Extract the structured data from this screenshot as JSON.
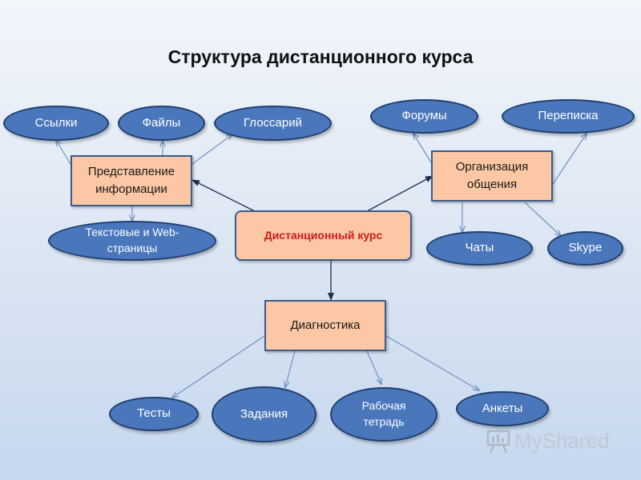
{
  "title": "Структура дистанционного курса",
  "center": "Дистанционный курс",
  "info": {
    "box": "Представление информации",
    "children": [
      "Ссылки",
      "Файлы",
      "Глоссарий",
      "Текстовые и Web-страницы"
    ]
  },
  "communication": {
    "box": "Организация общения",
    "children": [
      "Форумы",
      "Переписка",
      "Чаты",
      "Skype"
    ]
  },
  "diagnostics": {
    "box": "Диагностика",
    "children": [
      "Тесты",
      "Задания",
      "Рабочая тетрадь",
      "Анкеты"
    ]
  },
  "watermark": "MyShared",
  "colors": {
    "box_fill": "#fbc7a4",
    "box_border": "#3b5b8a",
    "oval_fill": "#4a77bc",
    "center_text": "#cc1e1e",
    "connector": "#2a4d85",
    "connector_light": "#6f93c9"
  }
}
